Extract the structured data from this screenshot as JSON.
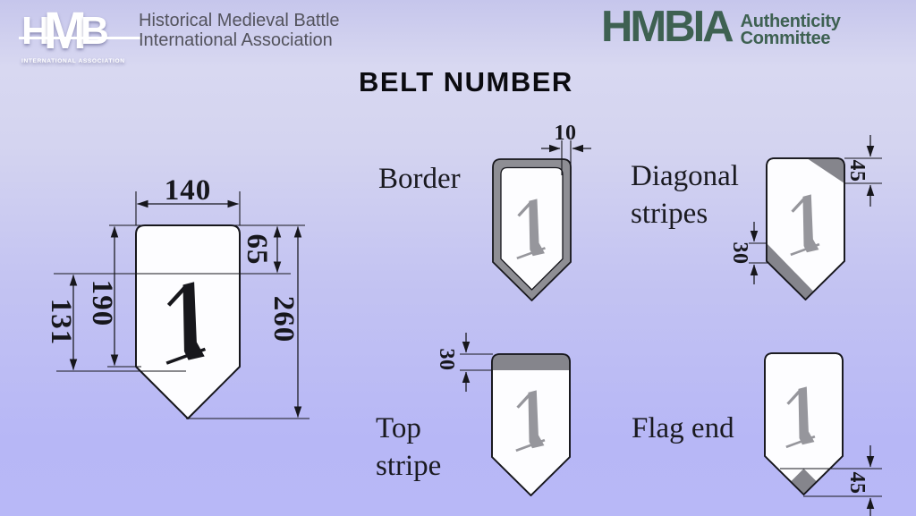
{
  "header": {
    "logo": {
      "letters": [
        "H",
        "M",
        "B"
      ],
      "subtitle": "INTERNATIONAL ASSOCIATION"
    },
    "org_name": {
      "line1": "Historical Medieval Battle",
      "line2": "International Association"
    },
    "committee": {
      "acronym": "HMBIA",
      "line1": "Authenticity",
      "line2": "Committee"
    }
  },
  "title": "BELT NUMBER",
  "main_diagram": {
    "numeral": "1",
    "dims": {
      "width": "140",
      "top_margin": "65",
      "straight_height": "190",
      "numeral_height": "131",
      "total_height": "260"
    }
  },
  "variants": {
    "border": {
      "label": "Border",
      "thickness": "10",
      "numeral": "1"
    },
    "diagonal_stripes": {
      "label_line1": "Diagonal",
      "label_line2": "stripes",
      "top_right": "45",
      "bottom_left": "30",
      "numeral": "1"
    },
    "top_stripe": {
      "label_line1": "Top",
      "label_line2": "stripe",
      "stripe_height": "30",
      "numeral": "1"
    },
    "flag_end": {
      "label": "Flag end",
      "tip_size": "45",
      "numeral": "1"
    }
  },
  "colors": {
    "committee_green": "#3e6152",
    "stripe_gray": "#85858c",
    "numeral_gray": "#96969c",
    "line_black": "#17171c",
    "background_lavender": "#c3c3f2"
  }
}
